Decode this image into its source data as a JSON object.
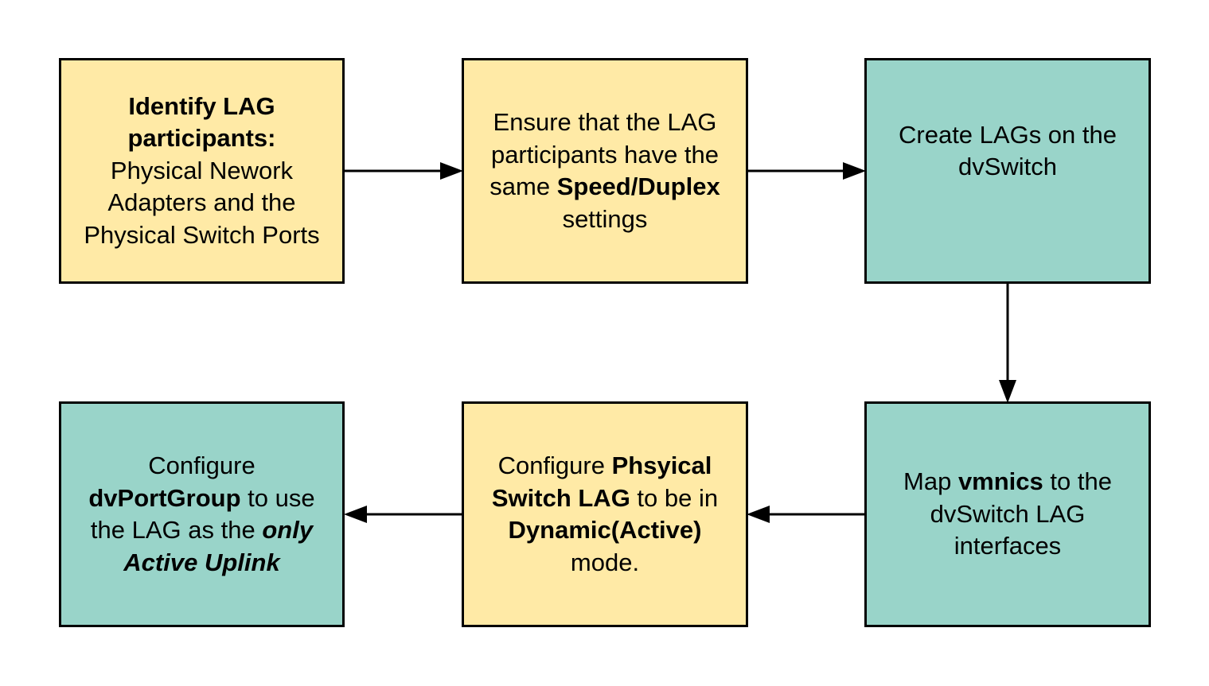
{
  "colors": {
    "yellow_fill": "#ffeaa6",
    "teal_fill": "#99d4c9",
    "border": "#000000",
    "arrow": "#000000"
  },
  "steps": [
    {
      "fill": "yellow",
      "line1": "Identify LAG",
      "line2": "participants:",
      "line3": "Physical Nework",
      "line4": "Adapters and the",
      "line5": "Physical Switch Ports"
    },
    {
      "fill": "yellow",
      "line1": "Ensure that the LAG",
      "line2": "participants have the",
      "line3_pre": "same ",
      "line3_bold": "Speed/Duplex",
      "line4": "settings"
    },
    {
      "fill": "teal",
      "line1": "Create LAGs on the",
      "line2": "dvSwitch"
    },
    {
      "fill": "teal",
      "line1_pre": "Map ",
      "line1_bold": "vmnics",
      "line1_post": " to the",
      "line2": "dvSwitch LAG",
      "line3": "interfaces"
    },
    {
      "fill": "yellow",
      "line1_pre": "Configure ",
      "line1_bold": "Phsyical",
      "line2_bold": "Switch LAG",
      "line2_post": " to be in",
      "line3_bold": "Dynamic(Active)",
      "line4": "mode."
    },
    {
      "fill": "teal",
      "line1": "Configure",
      "line2_bold": "dvPortGroup",
      "line2_post": " to use",
      "line3_pre": "the LAG as the ",
      "line3_bolditalic": "only",
      "line4_bolditalic": "Active Uplink"
    }
  ],
  "connectors": [
    {
      "from": 1,
      "to": 2,
      "direction": "right"
    },
    {
      "from": 2,
      "to": 3,
      "direction": "right"
    },
    {
      "from": 3,
      "to": 4,
      "direction": "down"
    },
    {
      "from": 4,
      "to": 5,
      "direction": "left"
    },
    {
      "from": 5,
      "to": 6,
      "direction": "left"
    }
  ]
}
